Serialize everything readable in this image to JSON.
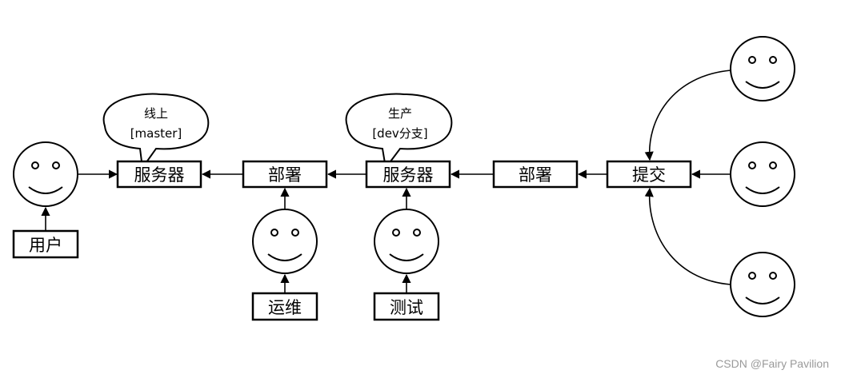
{
  "flow": {
    "server_prod": "服务器",
    "deploy_ops": "部署",
    "server_dev": "服务器",
    "deploy_dev": "部署",
    "commit": "提交"
  },
  "roles": {
    "user": "用户",
    "ops": "运维",
    "test": "测试"
  },
  "bubbles": {
    "prod_line1": "线上",
    "prod_line2": "[master]",
    "dev_line1": "生产",
    "dev_line2": "[dev分支]"
  },
  "watermark": "CSDN @Fairy Pavilion"
}
